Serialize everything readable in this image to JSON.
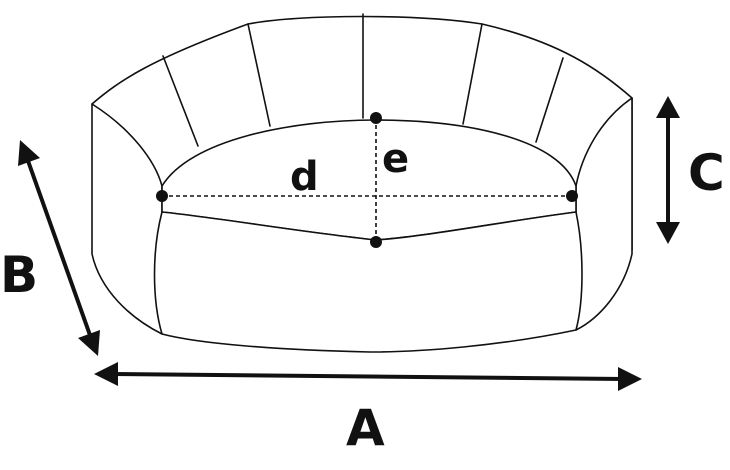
{
  "labels": {
    "A": "A",
    "B": "B",
    "C": "C",
    "d": "d",
    "e": "e"
  }
}
